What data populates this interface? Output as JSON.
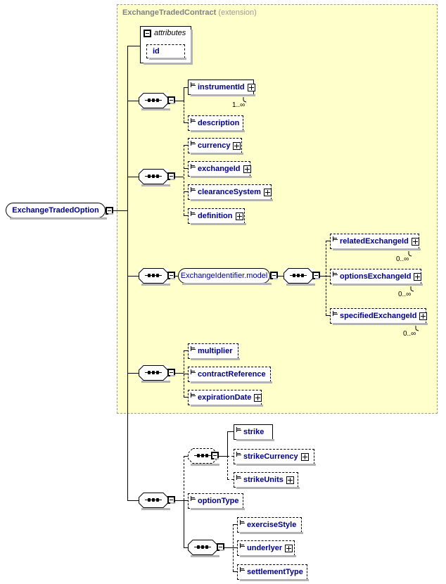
{
  "diagram": {
    "type": "xsd-schema-diagram",
    "root": {
      "name": "ExchangeTradedOption",
      "expander": "minus"
    },
    "extension": {
      "title": "ExchangeTradedContract",
      "subtitle": "(extension)",
      "background": "#ffffcc",
      "border": "#999999"
    },
    "attributes_panel": {
      "title": "attributes",
      "expander": "minus",
      "items": [
        {
          "name": "id",
          "required": false
        }
      ]
    },
    "groups": [
      {
        "id": "group-instrument",
        "compositor": "sequence",
        "required": true,
        "expander": "minus",
        "children": [
          {
            "name": "instrumentId",
            "required": true,
            "expander": "plus",
            "occurs": "1..∞",
            "repeating": true
          },
          {
            "name": "description",
            "required": false,
            "expander": "none",
            "occurs": "",
            "repeating": false
          }
        ]
      },
      {
        "id": "group-currency",
        "compositor": "sequence",
        "required": true,
        "expander": "minus",
        "children": [
          {
            "name": "currency",
            "required": false,
            "expander": "plus",
            "occurs": "",
            "repeating": false
          },
          {
            "name": "exchangeId",
            "required": false,
            "expander": "plus",
            "occurs": "",
            "repeating": false
          },
          {
            "name": "clearanceSystem",
            "required": false,
            "expander": "plus",
            "occurs": "",
            "repeating": false
          },
          {
            "name": "definition",
            "required": false,
            "expander": "plus",
            "occurs": "",
            "repeating": false
          }
        ]
      },
      {
        "id": "group-exchange-identifier",
        "compositor": "sequence",
        "required": true,
        "expander": "minus",
        "group_ref": {
          "name": "ExchangeIdentifier.model",
          "expander": "minus"
        },
        "inner": {
          "compositor": "sequence",
          "expander": "minus",
          "children": [
            {
              "name": "relatedExchangeId",
              "required": false,
              "expander": "plus",
              "occurs": "0..∞",
              "repeating": true
            },
            {
              "name": "optionsExchangeId",
              "required": false,
              "expander": "plus",
              "occurs": "0..∞",
              "repeating": true
            },
            {
              "name": "specifiedExchangeId",
              "required": false,
              "expander": "plus",
              "occurs": "0..∞",
              "repeating": true
            }
          ]
        }
      },
      {
        "id": "group-multiplier",
        "compositor": "sequence",
        "required": true,
        "expander": "minus",
        "children": [
          {
            "name": "multiplier",
            "required": false,
            "expander": "none",
            "occurs": "",
            "repeating": false
          },
          {
            "name": "contractReference",
            "required": false,
            "expander": "none",
            "occurs": "",
            "repeating": false
          },
          {
            "name": "expirationDate",
            "required": false,
            "expander": "plus",
            "occurs": "",
            "repeating": false
          }
        ]
      },
      {
        "id": "group-option",
        "compositor": "sequence",
        "required": true,
        "expander": "minus",
        "children": [
          {
            "name": "optionType",
            "required": false,
            "expander": "none",
            "occurs": "",
            "repeating": false
          }
        ],
        "subgroups": [
          {
            "id": "group-strike",
            "compositor": "sequence",
            "required": false,
            "expander": "minus",
            "children": [
              {
                "name": "strike",
                "required": true,
                "expander": "none",
                "occurs": "",
                "repeating": false
              },
              {
                "name": "strikeCurrency",
                "required": false,
                "expander": "plus",
                "occurs": "",
                "repeating": false
              },
              {
                "name": "strikeUnits",
                "required": false,
                "expander": "plus",
                "occurs": "",
                "repeating": false
              }
            ]
          },
          {
            "id": "group-exercise",
            "compositor": "sequence",
            "required": true,
            "expander": "minus",
            "children": [
              {
                "name": "exerciseStyle",
                "required": false,
                "expander": "none",
                "occurs": "",
                "repeating": false
              },
              {
                "name": "underlyer",
                "required": false,
                "expander": "plus",
                "occurs": "",
                "repeating": false
              },
              {
                "name": "settlementType",
                "required": false,
                "expander": "none",
                "occurs": "",
                "repeating": false
              }
            ]
          }
        ]
      }
    ]
  }
}
